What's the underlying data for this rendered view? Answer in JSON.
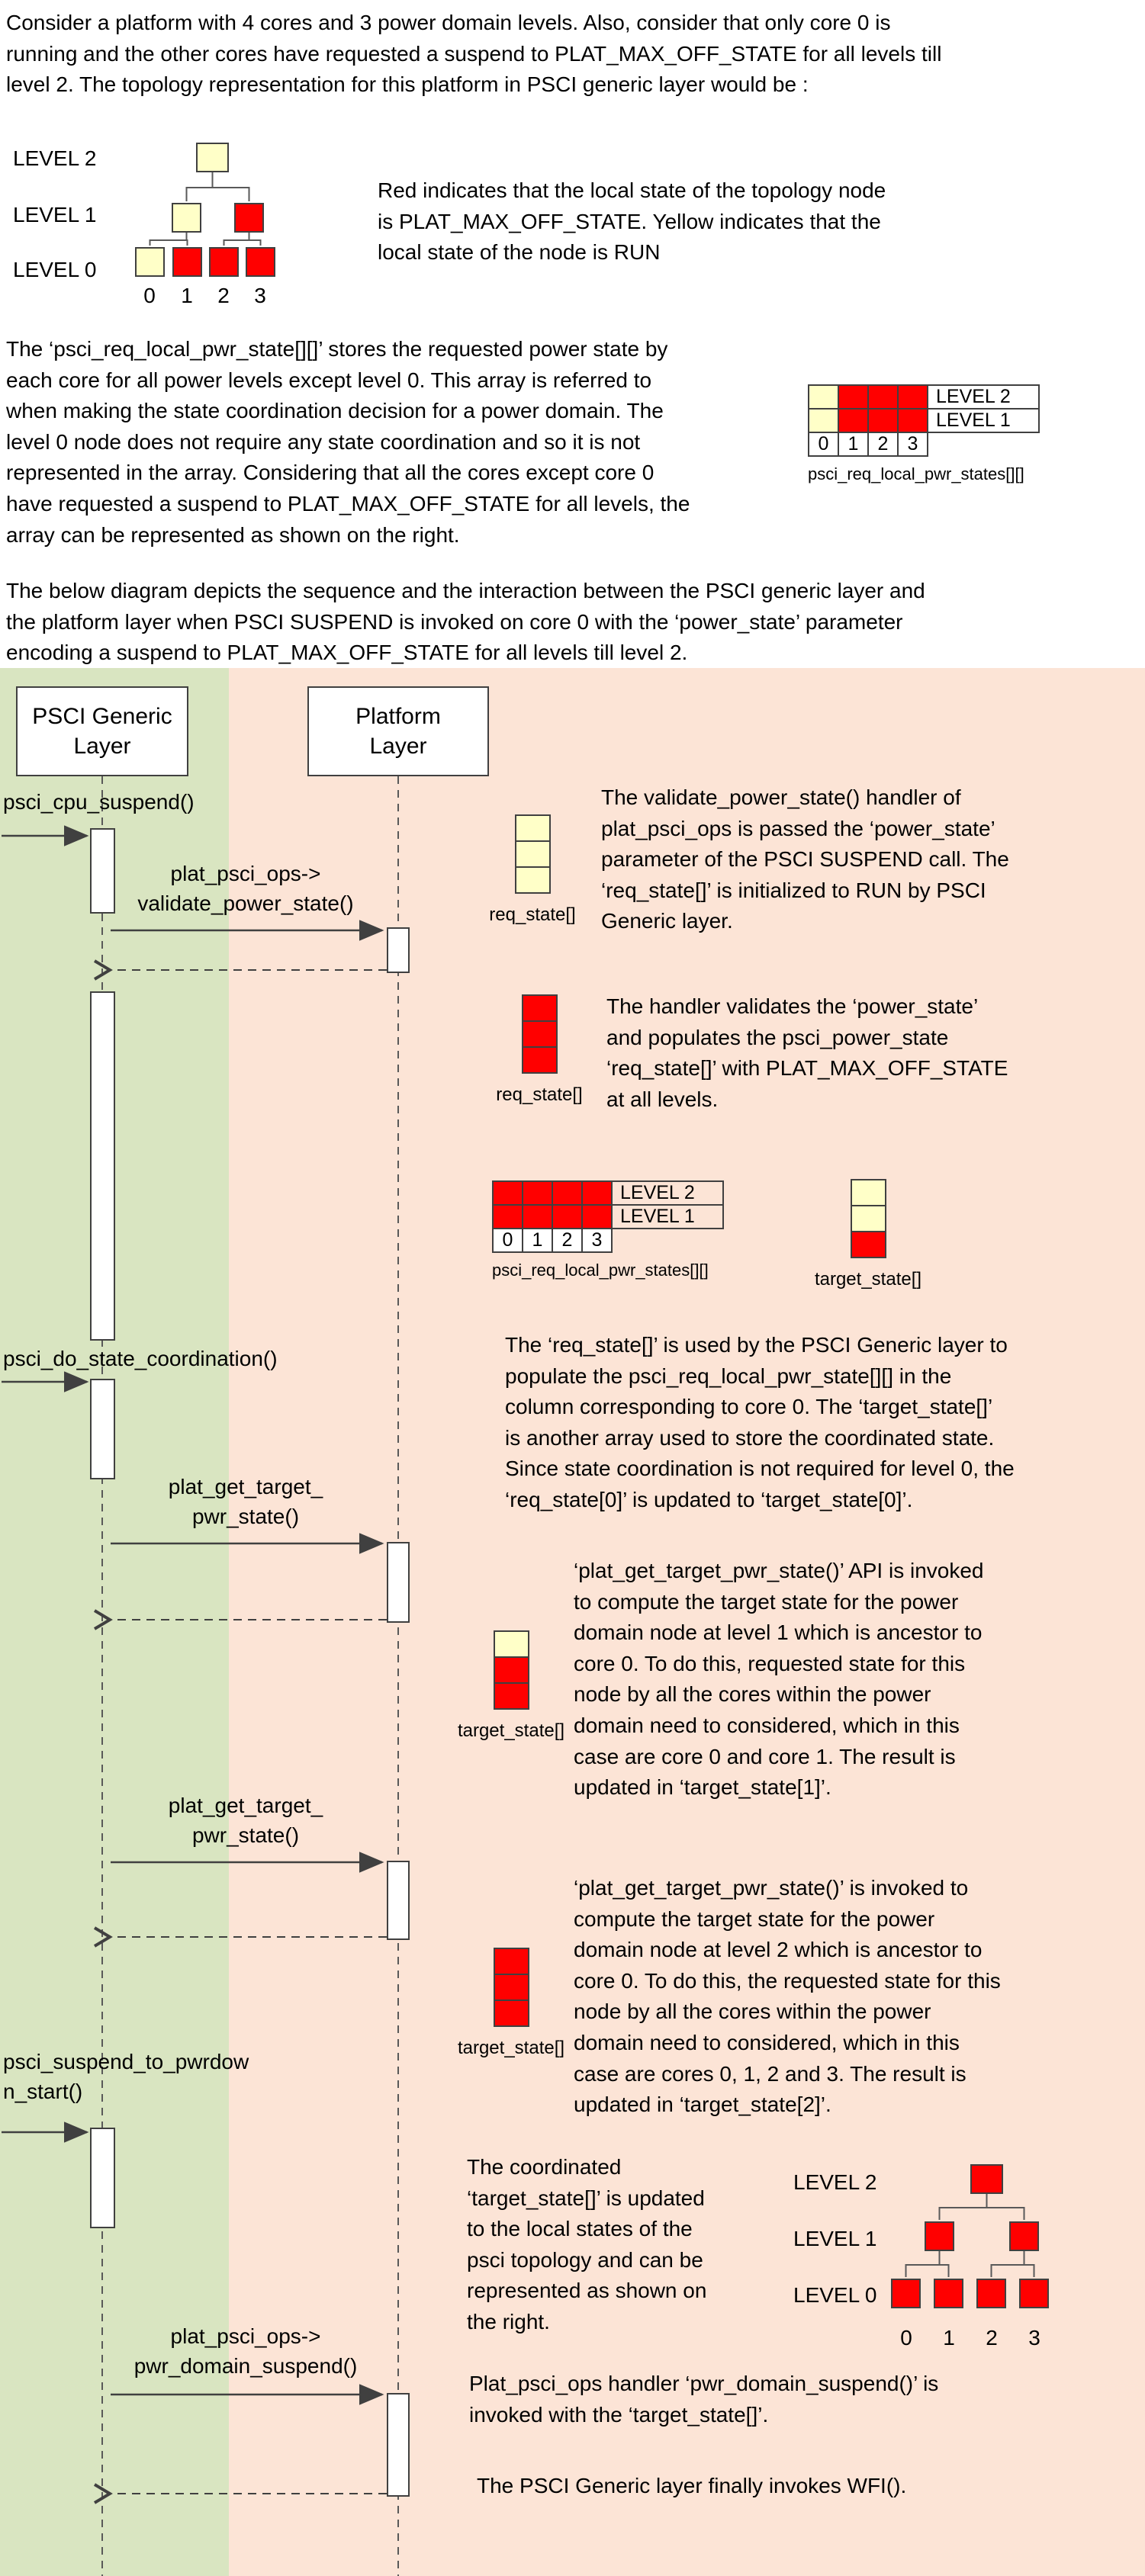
{
  "colors": {
    "run": "#FFFFC8",
    "off": "#FF0000",
    "peach_bg": "#FCE4D6",
    "green_bg": "#D9E5C1"
  },
  "intro": {
    "p1": "Consider a platform with 4 cores and 3 power domain levels. Also, consider that only core 0 is\nrunning and the other cores have requested a suspend to PLAT_MAX_OFF_STATE for all levels till\nlevel 2. The topology representation for this platform in PSCI generic layer would be :",
    "legend": "Red indicates that the local state of the topology node\nis PLAT_MAX_OFF_STATE. Yellow indicates that the\nlocal state of the node is RUN",
    "p2": "The ‘psci_req_local_pwr_state[][]’ stores the requested power state by\neach core for all power levels except level 0. This array is referred to\nwhen making the state coordination decision for a power domain. The\nlevel 0 node does not require any state coordination and so it is not\nrepresented in the array. Considering that all the cores except core 0\nhave requested a suspend to PLAT_MAX_OFF_STATE for all levels, the\narray can be represented as shown on the right.",
    "p3": "The below diagram depicts the sequence and the interaction between the PSCI generic layer and\nthe platform layer when PSCI SUSPEND is invoked on core 0 with the ‘power_state’ parameter\nencoding a suspend to PLAT_MAX_OFF_STATE for all levels till level 2."
  },
  "tree_initial": {
    "level_labels": [
      "LEVEL 2",
      "LEVEL 1",
      "LEVEL 0"
    ],
    "l2": [
      "run"
    ],
    "l1": [
      "run",
      "off"
    ],
    "l0": [
      "run",
      "off",
      "off",
      "off"
    ],
    "core_labels": [
      "0",
      "1",
      "2",
      "3"
    ]
  },
  "tree_final": {
    "level_labels": [
      "LEVEL 2",
      "LEVEL 1",
      "LEVEL 0"
    ],
    "l2": [
      "off"
    ],
    "l1": [
      "off",
      "off"
    ],
    "l0": [
      "off",
      "off",
      "off",
      "off"
    ],
    "core_labels": [
      "0",
      "1",
      "2",
      "3"
    ]
  },
  "req_grid_initial": {
    "rows": [
      [
        "run",
        "off",
        "off",
        "off"
      ],
      [
        "run",
        "off",
        "off",
        "off"
      ]
    ],
    "row_labels": [
      "LEVEL 2",
      "LEVEL 1"
    ],
    "col_labels": [
      "0",
      "1",
      "2",
      "3"
    ],
    "caption": "psci_req_local_pwr_states[][]"
  },
  "req_grid_updated": {
    "rows": [
      [
        "off",
        "off",
        "off",
        "off"
      ],
      [
        "off",
        "off",
        "off",
        "off"
      ]
    ],
    "row_labels": [
      "LEVEL 2",
      "LEVEL 1"
    ],
    "col_labels": [
      "0",
      "1",
      "2",
      "3"
    ],
    "caption": "psci_req_local_pwr_states[][]"
  },
  "sequence": {
    "actors": [
      {
        "name": "PSCI Generic\nLayer"
      },
      {
        "name": "Platform\nLayer"
      }
    ],
    "messages": {
      "cpu_suspend": "psci_cpu_suspend()",
      "validate_power_state": "plat_psci_ops->\nvalidate_power_state()",
      "do_state_coordination": "psci_do_state_coordination()",
      "get_target_1": "plat_get_target_\npwr_state()",
      "get_target_2": "plat_get_target_\npwr_state()",
      "suspend_to_pwrdown": "psci_suspend_to_pwrdow\nn_start()",
      "domain_suspend": "plat_psci_ops->\npwr_domain_suspend()"
    },
    "stacks": {
      "req_init": {
        "cells": [
          "run",
          "run",
          "run"
        ],
        "label": "req_state[]"
      },
      "req_off": {
        "cells": [
          "off",
          "off",
          "off"
        ],
        "label": "req_state[]"
      },
      "target_0": {
        "cells": [
          "run",
          "run",
          "off"
        ],
        "label": "target_state[]"
      },
      "target_1": {
        "cells": [
          "run",
          "off",
          "off"
        ],
        "label": "target_state[]"
      },
      "target_2": {
        "cells": [
          "off",
          "off",
          "off"
        ],
        "label": "target_state[]"
      }
    },
    "notes": {
      "n1": "The validate_power_state() handler of\nplat_psci_ops is passed the ‘power_state’\nparameter of the PSCI SUSPEND call. The\n‘req_state[]’ is initialized to RUN by PSCI\nGeneric layer.",
      "n2": "The handler validates the ‘power_state’\nand populates the psci_power_state\n‘req_state[]’ with PLAT_MAX_OFF_STATE\nat all levels.",
      "n3": "The ‘req_state[]’ is used by the PSCI Generic layer to\npopulate the psci_req_local_pwr_state[][] in the\ncolumn corresponding to core 0. The ‘target_state[]’\nis another array used to store the coordinated state.\nSince state coordination is not required for level 0, the\n‘req_state[0]’ is updated to ‘target_state[0]’.",
      "n4": "‘plat_get_target_pwr_state()’ API is invoked\nto compute the target state for the power\ndomain node at level 1 which is ancestor to\ncore 0. To do this, requested state for this\nnode by all the cores within the power\ndomain need to considered, which in this\ncase are core 0 and core 1. The result is\nupdated in ‘target_state[1]’.",
      "n5": "‘plat_get_target_pwr_state()’ is invoked to\ncompute the target state for the power\ndomain node at level 2 which is ancestor to\ncore 0. To do this, the requested state for this\nnode by all the cores within the power\ndomain need to considered, which in this\ncase are cores 0, 1, 2 and 3. The result is\nupdated in ‘target_state[2]’.",
      "n6": "The coordinated\n‘target_state[]’ is updated\nto the local states of the\npsci topology and can be\nrepresented as shown on\nthe right.",
      "n7": "Plat_psci_ops handler ‘pwr_domain_suspend()’ is\ninvoked with the ‘target_state[]’.",
      "n8": "The PSCI Generic layer finally invokes WFI()."
    }
  }
}
